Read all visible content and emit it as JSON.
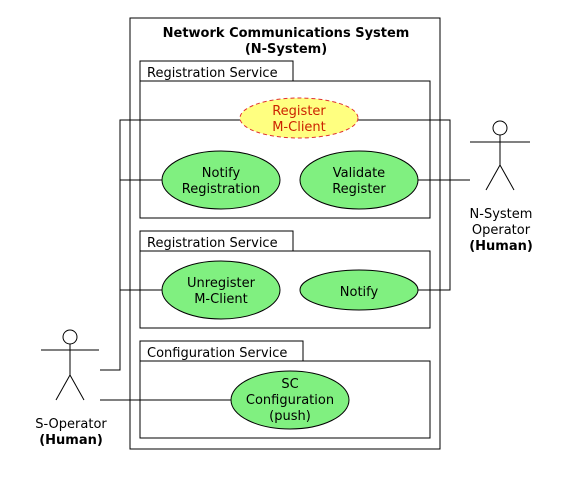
{
  "system": {
    "title_line1": "Network Communications System",
    "title_line2": "(N-System)"
  },
  "packages": [
    {
      "label": "Registration Service"
    },
    {
      "label": "Registration Service"
    },
    {
      "label": "Configuration Service"
    }
  ],
  "use_cases": {
    "register_mclient": {
      "line1": "Register",
      "line2": "M-Client",
      "status": "highlighted-dashed"
    },
    "notify_registration": {
      "line1": "Notify",
      "line2": "Registration"
    },
    "validate_register": {
      "line1": "Validate",
      "line2": "Register"
    },
    "unregister_mclient": {
      "line1": "Unregister",
      "line2": "M-Client"
    },
    "notify": {
      "line1": "Notify"
    },
    "sc_configuration": {
      "line1": "SC",
      "line2": "Configuration",
      "line3": "(push)"
    }
  },
  "actors": {
    "n_system_operator": {
      "line1": "N-System",
      "line2": "Operator",
      "line3": "(Human)"
    },
    "s_operator": {
      "line1": "S-Operator",
      "line2": "(Human)"
    }
  },
  "colors": {
    "use_case_fill": "#80f080",
    "highlight_fill": "#ffff80",
    "highlight_stroke": "#e03030",
    "highlight_text": "#cc2200",
    "line": "#000000"
  }
}
